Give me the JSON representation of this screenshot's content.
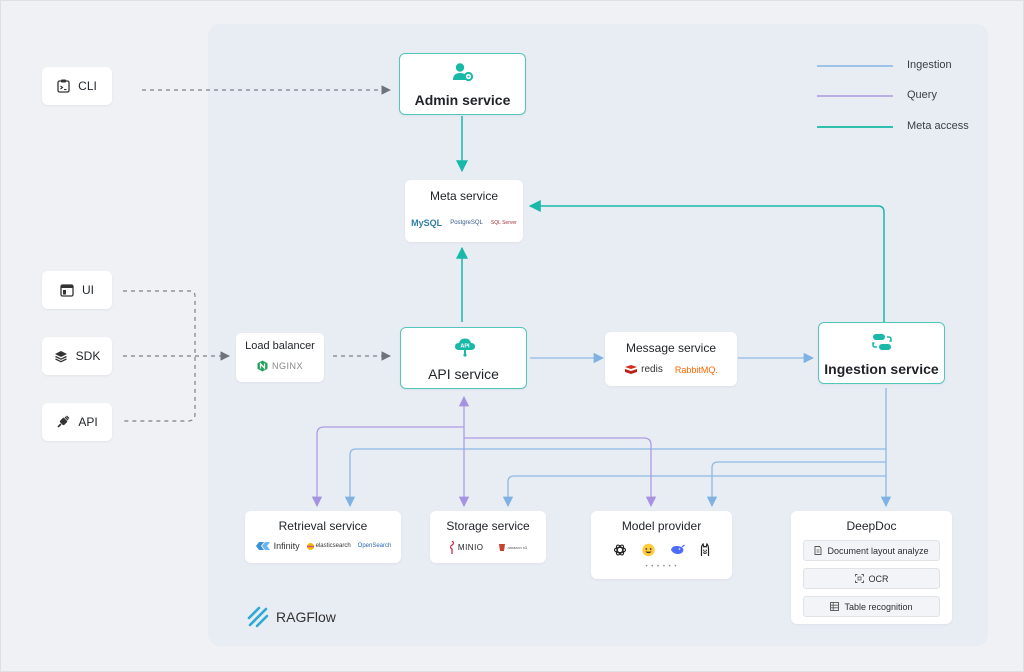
{
  "clients": {
    "cli": {
      "label": "CLI",
      "icon": "cli-icon"
    },
    "ui": {
      "label": "UI",
      "icon": "window-icon"
    },
    "sdk": {
      "label": "SDK",
      "icon": "layers-icon"
    },
    "api": {
      "label": "API",
      "icon": "plug-icon"
    }
  },
  "services": {
    "admin": {
      "title": "Admin service",
      "icon": "admin-gear-icon"
    },
    "meta": {
      "title": "Meta service",
      "logos": [
        "MySQL",
        "PostgreSQL",
        "SQL Server"
      ]
    },
    "load_balancer": {
      "title": "Load balancer",
      "logo": "NGINX"
    },
    "api": {
      "title": "API service",
      "badge": "API"
    },
    "message": {
      "title": "Message service",
      "logos": [
        "redis",
        "RabbitMQ."
      ]
    },
    "ingestion": {
      "title": "Ingestion service",
      "icon": "ingestion-icon"
    },
    "retrieval": {
      "title": "Retrieval service",
      "logos": [
        "Infinity",
        "elasticsearch",
        "OpenSearch"
      ]
    },
    "storage": {
      "title": "Storage service",
      "logos": [
        "MINIO",
        "amazon s3"
      ]
    },
    "model": {
      "title": "Model provider",
      "logos": [
        "openai-icon",
        "huggingface-icon",
        "deepseek-icon",
        "ollama-icon"
      ],
      "more": "• • • • • •"
    },
    "deepdoc": {
      "title": "DeepDoc",
      "items": [
        "Document layout analyze",
        "OCR",
        "Table recognition"
      ]
    }
  },
  "legend": {
    "ingestion": {
      "label": "Ingestion",
      "color": "#9fc4ea"
    },
    "query": {
      "label": "Query",
      "color": "#b9aee6"
    },
    "meta_access": {
      "label": "Meta access",
      "color": "#2fc0b0"
    }
  },
  "brand": {
    "name": "RAGFlow"
  },
  "colors": {
    "teal": "#19b9a9",
    "blue": "#8db9e6",
    "purple": "#ad9be4",
    "dash": "#7c8088"
  }
}
